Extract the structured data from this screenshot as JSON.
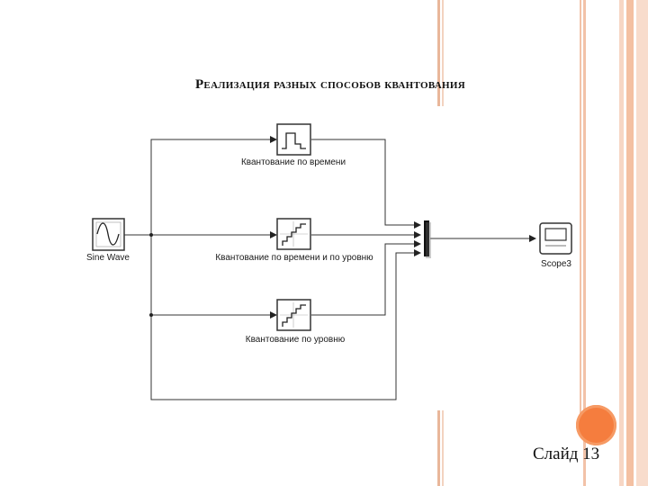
{
  "slide": {
    "title": "Реализация разных способов квантования",
    "number_label": "Слайд 13",
    "accent_color": "#f57d3e"
  },
  "diagram": {
    "blocks": {
      "sine_wave": "Sine Wave",
      "quant_time": "Квантование по времени",
      "quant_time_level": "Квантование по времени и по уровню",
      "quant_level": "Квантование по уровню",
      "scope": "Scope3"
    }
  }
}
